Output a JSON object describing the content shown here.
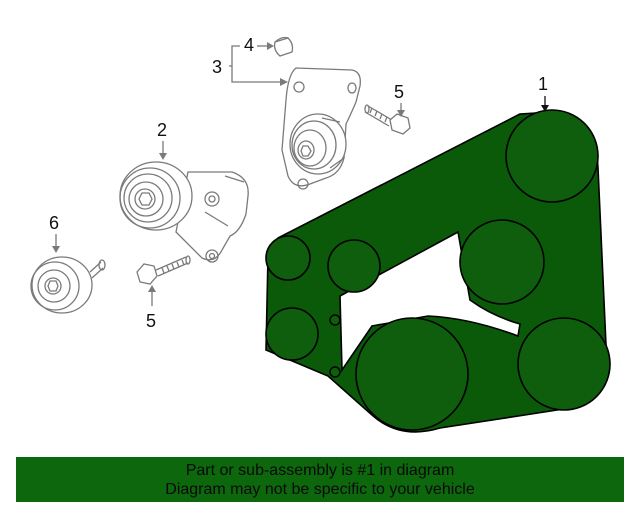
{
  "callouts": {
    "belt": "1",
    "tensioner": "2",
    "bracket_assembly": "3",
    "cap": "4",
    "bolt_upper": "5",
    "bolt_lower": "5",
    "idler": "6"
  },
  "banner": {
    "line1": "Part or sub-assembly is #1 in diagram",
    "line2": "Diagram may not be specific to your vehicle"
  },
  "colors": {
    "highlight": "#0d670d",
    "belt": "#0a5a0a",
    "line_art": "#7a7a7a"
  }
}
